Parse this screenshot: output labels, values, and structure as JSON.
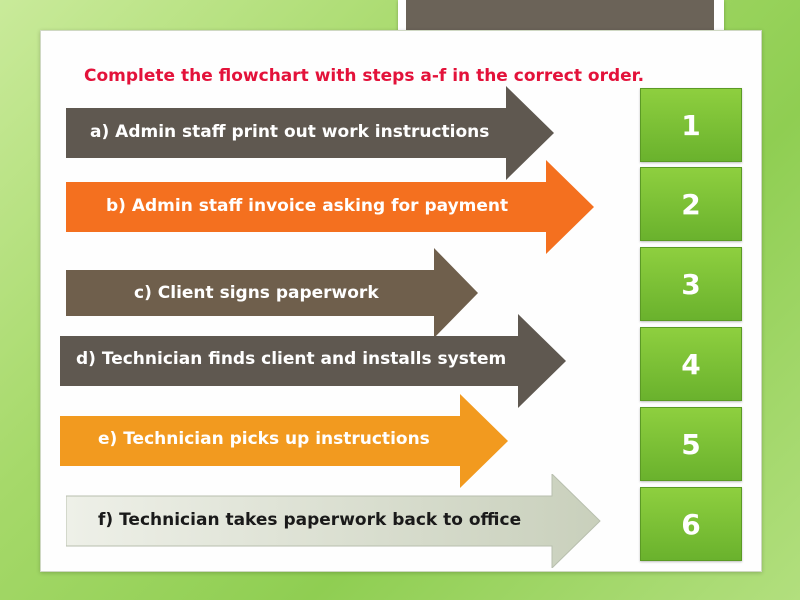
{
  "instruction": "Complete the flowchart with steps a-f in the correct order.",
  "steps": [
    {
      "label": "a) Admin staff print out work instructions",
      "color": "#5f5850",
      "text_color": "#ffffff"
    },
    {
      "label": "b) Admin staff invoice asking for payment",
      "color": "#f4701f",
      "text_color": "#ffffff"
    },
    {
      "label": "c) Client signs paperwork",
      "color": "#6f5f4c",
      "text_color": "#ffffff"
    },
    {
      "label": "d) Technician finds client and installs system",
      "color": "#5f5850",
      "text_color": "#ffffff"
    },
    {
      "label": "e) Technician picks up instructions",
      "color": "#f29a1f",
      "text_color": "#ffffff"
    },
    {
      "label": "f) Technician takes paperwork back to office",
      "color": "#d9decf",
      "text_color": "#1a1a1a"
    }
  ],
  "answer_boxes": [
    "1",
    "2",
    "3",
    "4",
    "5",
    "6"
  ],
  "colors": {
    "title": "#e3123a",
    "answer_box": "#7ec335"
  }
}
